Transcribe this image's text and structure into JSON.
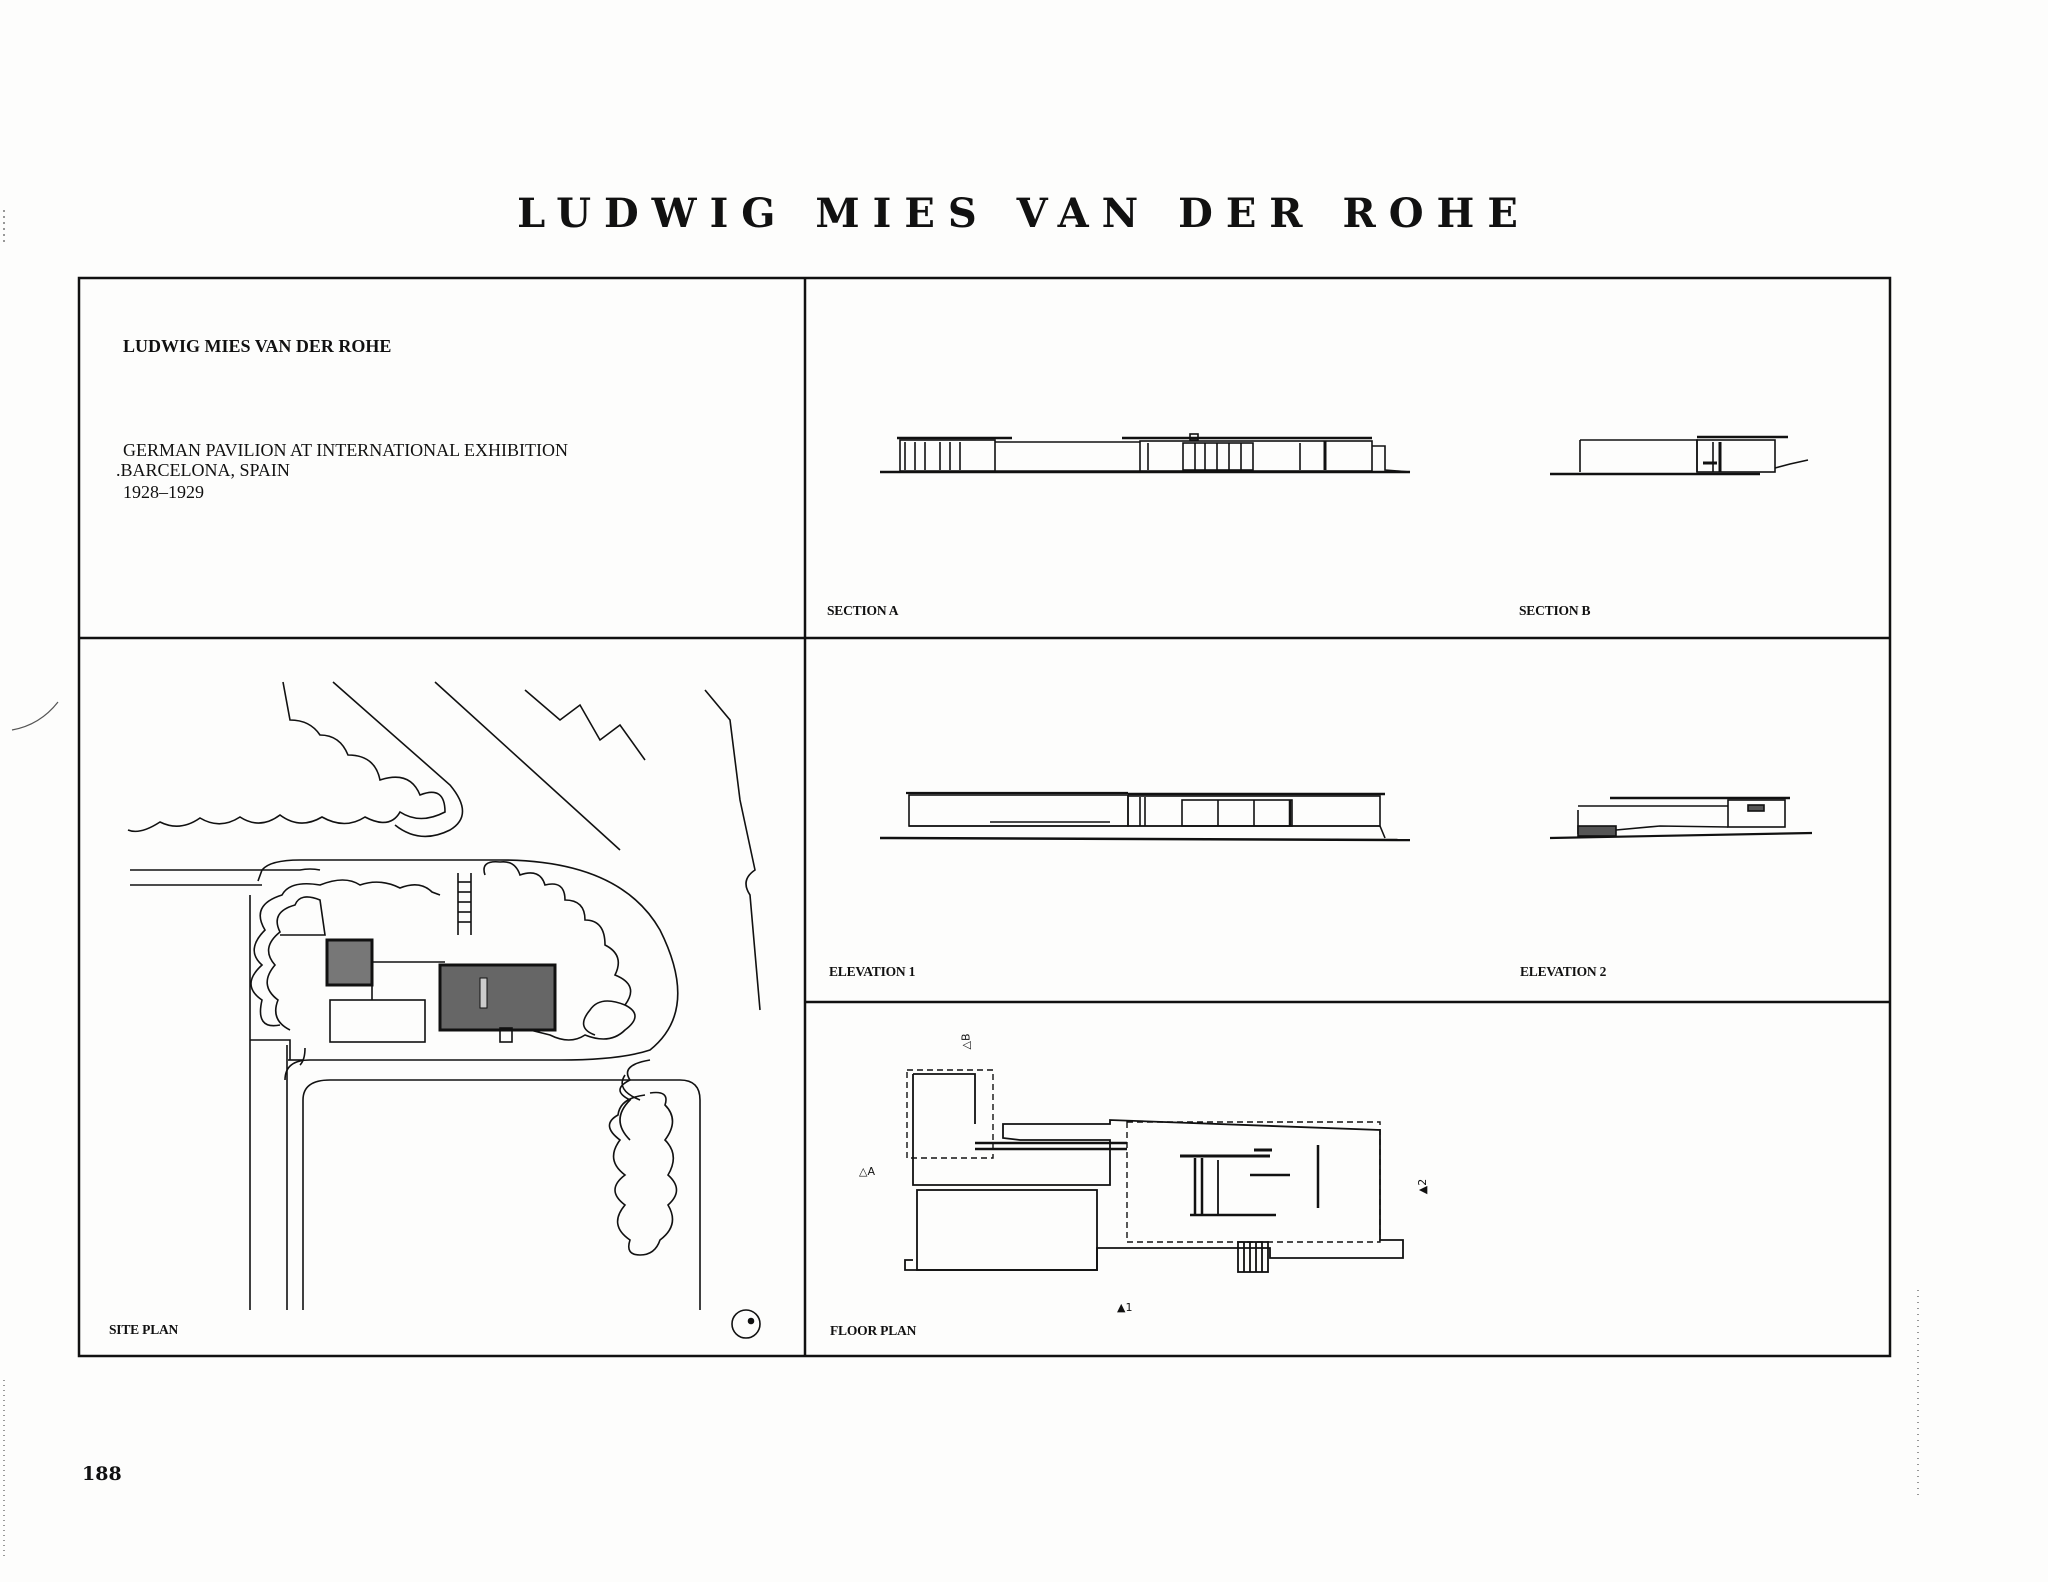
{
  "page": {
    "main_title": "LUDWIG MIES VAN DER ROHE",
    "page_number": "188"
  },
  "info_panel": {
    "architect": "LUDWIG MIES VAN DER ROHE",
    "project_lines": [
      "GERMAN PAVILION AT INTERNATIONAL EXHIBITION",
      ".BARCELONA, SPAIN",
      "1928–1929"
    ]
  },
  "drawings": {
    "section_a": "SECTION A",
    "section_b": "SECTION B",
    "elevation_1": "ELEVATION 1",
    "elevation_2": "ELEVATION 2",
    "site_plan": "SITE PLAN",
    "floor_plan": "FLOOR PLAN"
  },
  "markers": {
    "a_open": "△A",
    "b_open": "△B",
    "one_filled": "▲1",
    "two_filled": "▲2"
  }
}
